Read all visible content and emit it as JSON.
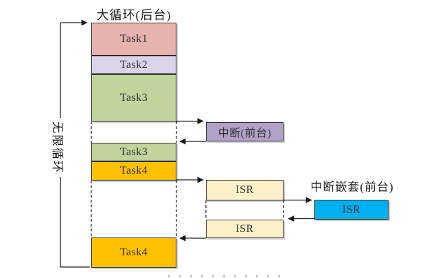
{
  "diagram": {
    "background_title": "大循环(后台)",
    "loop_label": "无限循环",
    "nested_interrupt_title": "中断嵌套(前台)",
    "background_tasks": [
      {
        "label": "Task1",
        "color": "#E6B3AF"
      },
      {
        "label": "Task2",
        "color": "#DAD4E8"
      },
      {
        "label": "Task3",
        "color": "#C0D49B"
      },
      {
        "label": "Task3",
        "color": "#C0D49B"
      },
      {
        "label": "Task4",
        "color": "#FFC000"
      },
      {
        "label": "Task4",
        "color": "#FFC000"
      }
    ],
    "foreground_interrupt": {
      "label": "中断(前台)",
      "color": "#B2A1C8"
    },
    "isr_boxes": [
      {
        "label": "ISR",
        "color": "#FCF0C8"
      },
      {
        "label": "ISR",
        "color": "#FCF0C8"
      }
    ],
    "nested_isr": {
      "label": "ISR",
      "color": "#00B0F0"
    },
    "line_color": "#1a1a1a"
  }
}
